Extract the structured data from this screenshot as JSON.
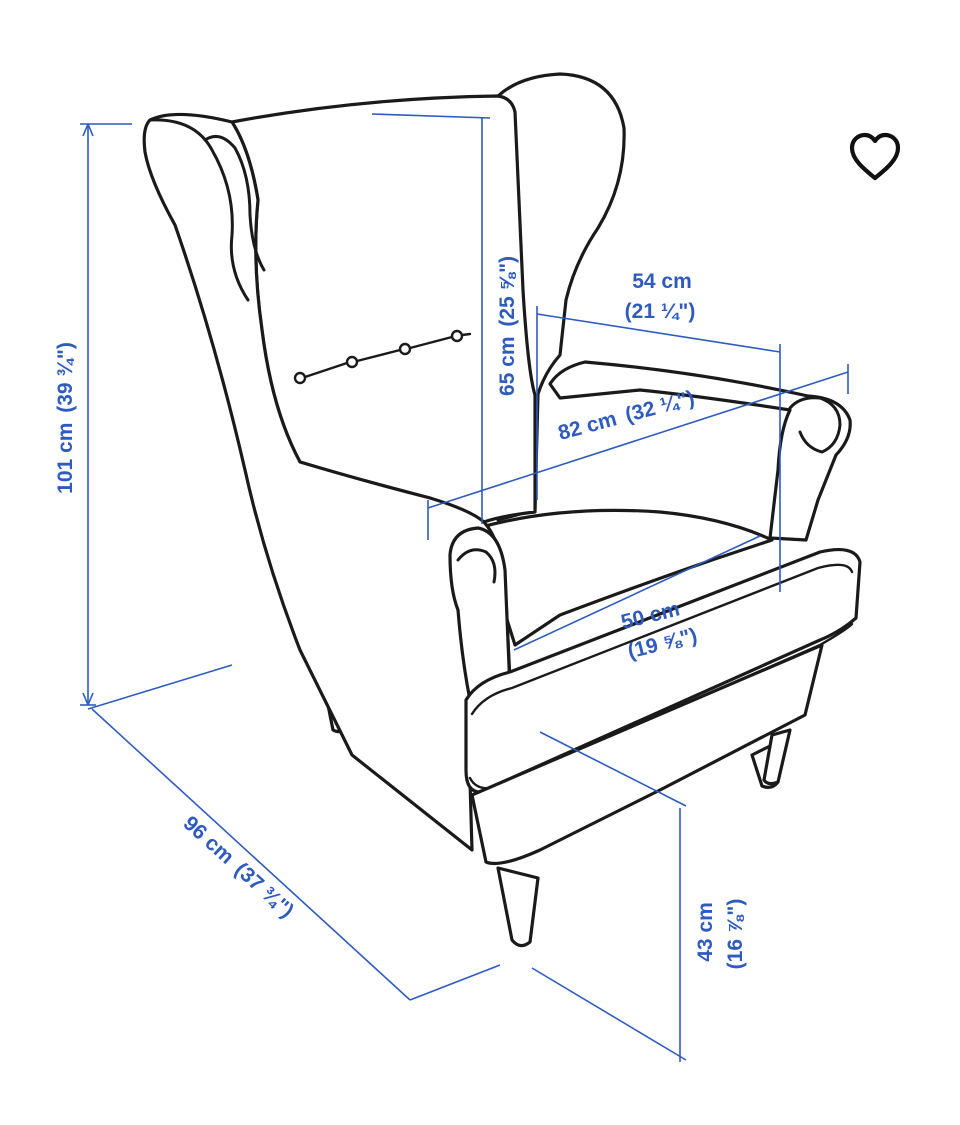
{
  "colors": {
    "dimension": "#2e5bbd",
    "outline": "#1a1a1a",
    "background": "#ffffff"
  },
  "icons": {
    "favorite": "heart-icon"
  },
  "dimensions": {
    "height": {
      "metric": "101 cm",
      "imperial": "(39 ¾\")"
    },
    "depth": {
      "metric": "96 cm",
      "imperial": "(37 ¾\")"
    },
    "back_height": {
      "metric": "65 cm",
      "imperial": "(25 ⅝\")"
    },
    "seat_width_back": {
      "metric": "54 cm",
      "imperial": "(21 ¼\")"
    },
    "width": {
      "metric": "82 cm",
      "imperial": "(32 ¼\")"
    },
    "seat_depth": {
      "metric": "50 cm",
      "imperial": "(19 ⅝\")"
    },
    "seat_height": {
      "metric": "43 cm",
      "imperial": "(16 ⅞\")"
    }
  }
}
